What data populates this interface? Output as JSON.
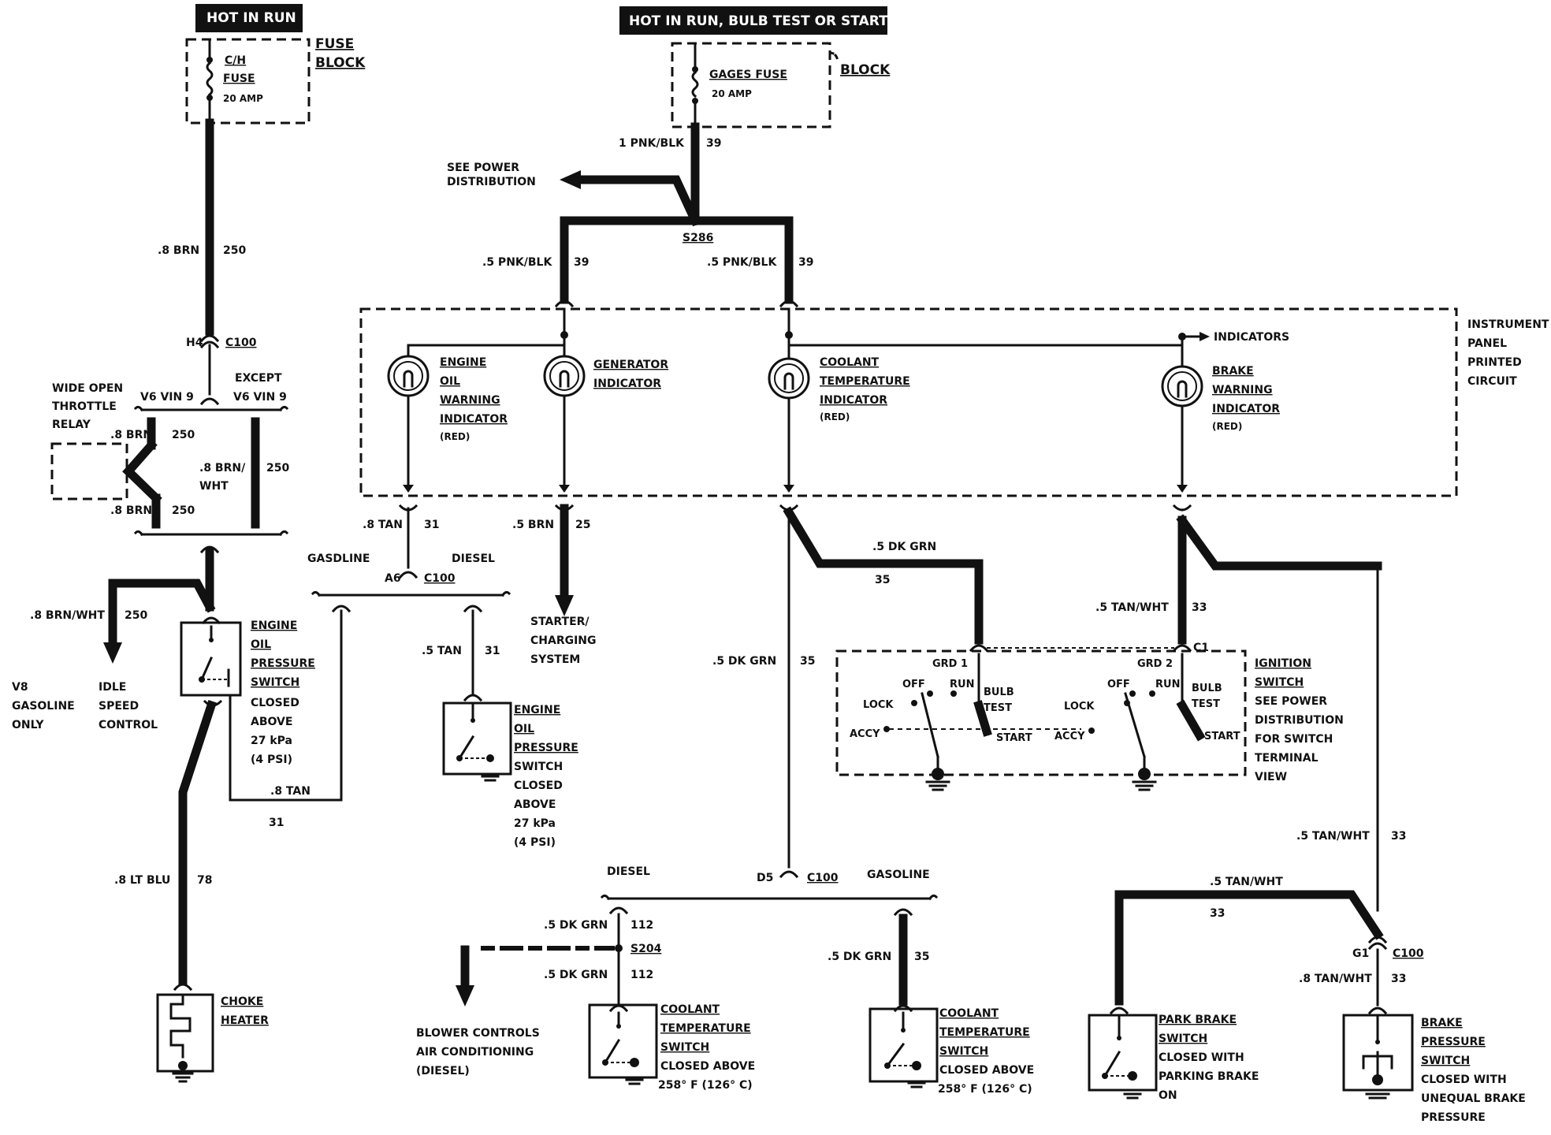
{
  "headers": {
    "left": "HOT IN RUN",
    "center": "HOT IN RUN,  BULB TEST OR START"
  },
  "fuses": {
    "ch": {
      "line1": "C/H",
      "line2": "FUSE",
      "rating": "20 AMP",
      "block1": "FUSE",
      "block2": "BLOCK"
    },
    "gages": {
      "name": "GAGES FUSE",
      "rating": "20 AMP",
      "block": "BLOCK"
    }
  },
  "wires": {
    "brn_250_top": {
      "gauge": ".8 BRN",
      "circuit": "250"
    },
    "pnk_blk_main": {
      "gauge": "1 PNK/BLK",
      "circuit": "39"
    },
    "pnk_blk_left": {
      "gauge": ".5 PNK/BLK",
      "circuit": "39"
    },
    "pnk_blk_right": {
      "gauge": ".5 PNK/BLK",
      "circuit": "39"
    },
    "brn_250_a": {
      "gauge": ".8 BRN",
      "circuit": "250"
    },
    "brn_wht_mid": {
      "gauge1": ".8 BRN/",
      "gauge2": "WHT",
      "circuit": "250"
    },
    "brn_250_b": {
      "gauge": ".8 BRN",
      "circuit": "250"
    },
    "brn_wht_250": {
      "gauge": ".8 BRN/WHT",
      "circuit": "250"
    },
    "tan_31_a": {
      "gauge": ".8 TAN",
      "circuit": "31"
    },
    "tan_31_b": {
      "gauge": ".5 TAN",
      "circuit": "31"
    },
    "tan_31_c": {
      "gauge": ".8 TAN",
      "circuit": "31"
    },
    "brn_25": {
      "gauge": ".5 BRN",
      "circuit": "25"
    },
    "dkgrn_35_a": {
      "gauge": ".5 DK GRN",
      "circuit": "35"
    },
    "dkgrn_35_b": {
      "gauge": ".5 DK GRN",
      "circuit": "35"
    },
    "dkgrn_35_c": {
      "gauge": ".5 DK GRN",
      "circuit": "35"
    },
    "dkgrn_112_a": {
      "gauge": ".5 DK GRN",
      "circuit": "112"
    },
    "dkgrn_112_b": {
      "gauge": ".5 DK GRN",
      "circuit": "112"
    },
    "tanwht_33_a": {
      "gauge": ".5 TAN/WHT",
      "circuit": "33"
    },
    "tanwht_33_b": {
      "gauge": ".5 TAN/WHT",
      "circuit": "33"
    },
    "tanwht_33_c": {
      "gauge": ".5 TAN/WHT",
      "circuit": "33"
    },
    "tanwht_33_d": {
      "gauge": ".8 TAN/WHT",
      "circuit": "33"
    },
    "ltblu_78": {
      "gauge": ".8 LT BLU",
      "circuit": "78"
    }
  },
  "splices": {
    "s286": "S286",
    "s204": "S204"
  },
  "connectors": {
    "h4": "H4",
    "c100": "C100",
    "a6": "A6",
    "d5": "D5",
    "g1": "G1",
    "c1": "C1",
    "grd1": "GRD 1",
    "grd2": "GRD 2"
  },
  "notes": {
    "see_power_1": "SEE POWER",
    "see_power_2": "DISTRIBUTION",
    "v6_vin9": "V6 VIN 9",
    "except_1": "EXCEPT",
    "except_2": "V6 VIN 9",
    "gasoline": "GASOLINE",
    "gasline": "GASDLINE",
    "diesel": "DIESEL",
    "v8_1": "V8",
    "v8_2": "GASOLINE",
    "v8_3": "ONLY",
    "idle_1": "IDLE",
    "idle_2": "SPEED",
    "idle_3": "CONTROL",
    "starter_1": "STARTER/",
    "starter_2": "CHARGING",
    "starter_3": "SYSTEM",
    "blower_1": "BLOWER CONTROLS",
    "blower_2": "AIR CONDITIONING",
    "blower_3": "(DIESEL)",
    "indicators": "INDICATORS"
  },
  "components": {
    "wot_relay": [
      "WIDE OPEN",
      "THROTTLE",
      "RELAY"
    ],
    "ipc": [
      "INSTRUMENT",
      "PANEL",
      "PRINTED",
      "CIRCUIT"
    ],
    "oil_warn": [
      "ENGINE",
      "OIL",
      "WARNING",
      "INDICATOR",
      "(RED)"
    ],
    "gen_ind": [
      "GENERATOR",
      "INDICATOR"
    ],
    "coolant_ind": [
      "COOLANT",
      "TEMPERATURE",
      "INDICATOR",
      "(RED)"
    ],
    "brake_ind": [
      "BRAKE",
      "WARNING",
      "INDICATOR",
      "(RED)"
    ],
    "oil_sw_left": [
      "ENGINE",
      "OIL",
      "PRESSURE",
      "SWITCH",
      "CLOSED",
      "ABOVE",
      "27 kPa",
      "(4 PSI)"
    ],
    "oil_sw_mid": [
      "ENGINE",
      "OIL",
      "PRESSURE",
      "SWITCH",
      "CLOSED",
      "ABOVE",
      "27 kPa",
      "(4 PSI)"
    ],
    "choke": [
      "CHOKE",
      "HEATER"
    ],
    "ign_sw": [
      "IGNITION",
      "SWITCH",
      "SEE POWER",
      "DISTRIBUTION",
      "FOR SWITCH",
      "TERMINAL",
      "VIEW"
    ],
    "ign_positions": {
      "off": "OFF",
      "run": "RUN",
      "lock": "LOCK",
      "accy": "ACCY",
      "bulb": "BULB",
      "test": "TEST",
      "start": "START"
    },
    "cool_sw_diesel": [
      "COOLANT",
      "TEMPERATURE",
      "SWITCH",
      "CLOSED ABOVE",
      "258° F (126° C)"
    ],
    "cool_sw_gas": [
      "COOLANT",
      "TEMPERATURE",
      "SWITCH",
      "CLOSED ABOVE",
      "258° F (126° C)"
    ],
    "park_brake": [
      "PARK BRAKE",
      "SWITCH",
      "CLOSED WITH",
      "PARKING BRAKE",
      "ON"
    ],
    "brake_press": [
      "BRAKE",
      "PRESSURE",
      "SWITCH",
      "CLOSED WITH",
      "UNEQUAL BRAKE",
      "PRESSURE"
    ]
  }
}
